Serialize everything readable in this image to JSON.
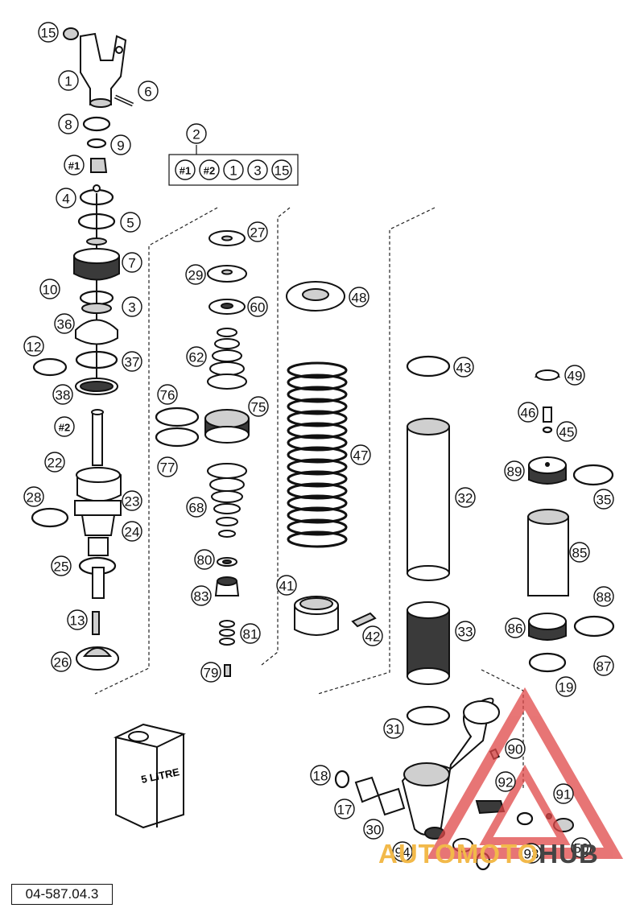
{
  "diagram": {
    "document_code": "04-587.04.3",
    "container_label": "5 LITRE",
    "watermark": {
      "part1": "AUTOMOTO",
      "part2": "HUB",
      "brand_color": "#e04848",
      "accent_color": "#f2b94a"
    },
    "kit": {
      "number": "2",
      "contents": [
        "#1",
        "#2",
        "1",
        "3",
        "15"
      ]
    },
    "callouts": [
      "15",
      "1",
      "6",
      "8",
      "9",
      "#1",
      "4",
      "5",
      "7",
      "10",
      "3",
      "36",
      "12",
      "37",
      "38",
      "#2",
      "22",
      "28",
      "23",
      "24",
      "25",
      "13",
      "26",
      "27",
      "29",
      "60",
      "62",
      "76",
      "75",
      "77",
      "68",
      "80",
      "83",
      "81",
      "79",
      "48",
      "47",
      "41",
      "42",
      "43",
      "32",
      "33",
      "31",
      "49",
      "46",
      "45",
      "89",
      "35",
      "85",
      "88",
      "86",
      "87",
      "19",
      "18",
      "17",
      "30",
      "94",
      "90",
      "92",
      "91",
      "93",
      "50"
    ]
  }
}
